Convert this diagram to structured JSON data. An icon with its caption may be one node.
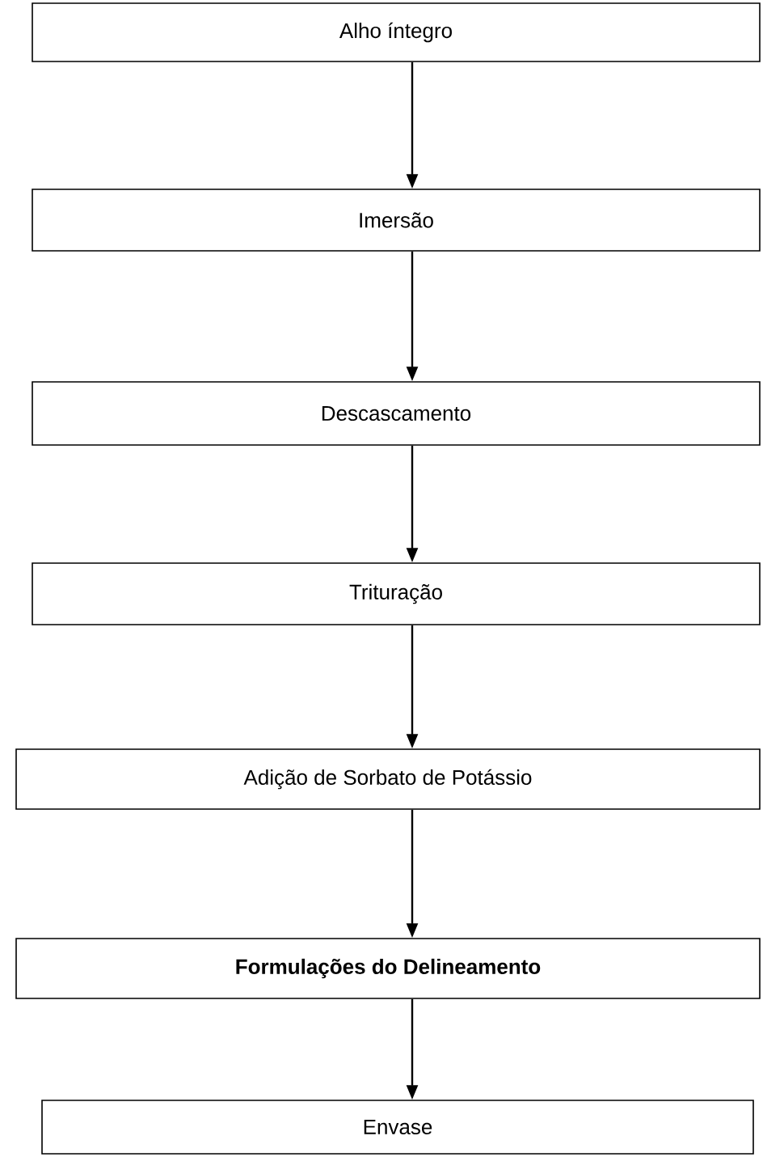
{
  "diagram": {
    "nodes": [
      {
        "text": [
          "Alho íntegro"
        ]
      },
      {
        "text": [
          "Imersão"
        ]
      },
      {
        "text": [
          "Descascamento"
        ]
      },
      {
        "text": [
          "Trituração"
        ]
      },
      {
        "text": [
          "Adição de Sorbato de Potássio"
        ]
      },
      {
        "text": [
          "Formulações do Delineamento"
        ]
      },
      {
        "text": [
          "Envase"
        ]
      }
    ],
    "edges": [
      {
        "from": 0,
        "to": 1,
        "arrow": "to"
      },
      {
        "from": 1,
        "to": 2,
        "arrow": "to"
      },
      {
        "from": 2,
        "to": 3,
        "arrow": "to"
      },
      {
        "from": 3,
        "to": 4,
        "arrow": "to"
      },
      {
        "from": 4,
        "to": 5,
        "arrow": "to"
      },
      {
        "from": 5,
        "to": 6,
        "arrow": "to"
      }
    ]
  }
}
